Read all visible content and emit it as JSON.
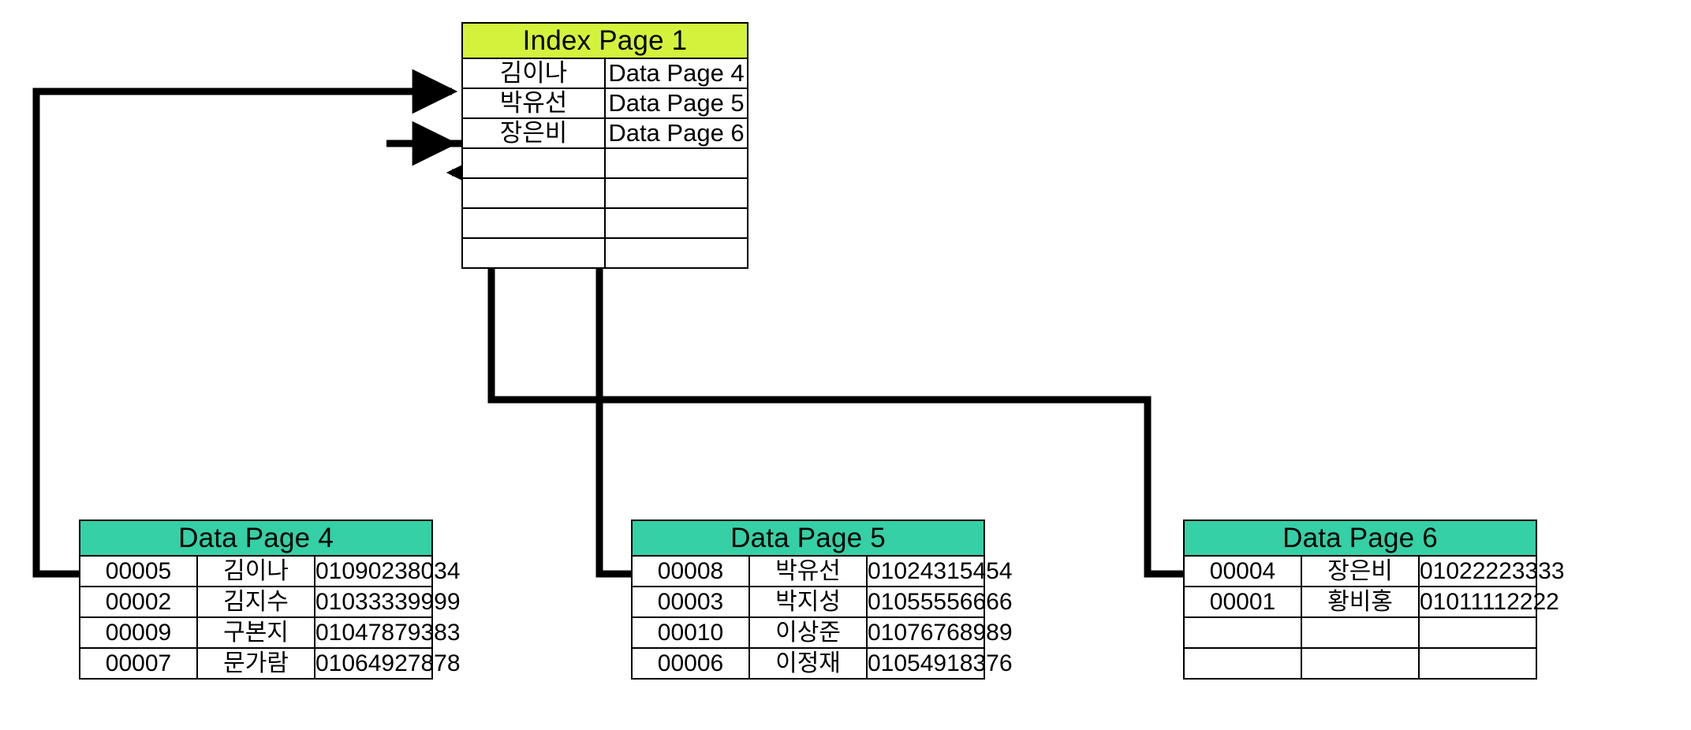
{
  "diagram": {
    "title": "Index Page to Data Page mapping",
    "colors": {
      "index_header_bg": "#D4F23C",
      "data_header_bg": "#35D0A5",
      "border": "#000000",
      "text": "#000000",
      "background": "#FFFFFF",
      "connector": "#000000"
    }
  },
  "index_page": {
    "title": "Index Page 1",
    "rows": [
      {
        "key": "김이나",
        "value": "Data Page 4"
      },
      {
        "key": "박유선",
        "value": "Data Page 5"
      },
      {
        "key": "장은비",
        "value": "Data Page 6"
      },
      {
        "key": "",
        "value": ""
      },
      {
        "key": "",
        "value": ""
      },
      {
        "key": "",
        "value": ""
      },
      {
        "key": "",
        "value": ""
      }
    ]
  },
  "data_pages": [
    {
      "title": "Data Page 4",
      "rows": [
        {
          "id": "00005",
          "name": "김이나",
          "phone": "01090238034"
        },
        {
          "id": "00002",
          "name": "김지수",
          "phone": "01033339999"
        },
        {
          "id": "00009",
          "name": "구본지",
          "phone": "01047879383"
        },
        {
          "id": "00007",
          "name": "문가람",
          "phone": "01064927878"
        }
      ]
    },
    {
      "title": "Data Page 5",
      "rows": [
        {
          "id": "00008",
          "name": "박유선",
          "phone": "01024315454"
        },
        {
          "id": "00003",
          "name": "박지성",
          "phone": "01055556666"
        },
        {
          "id": "00010",
          "name": "이상준",
          "phone": "01076768989"
        },
        {
          "id": "00006",
          "name": "이정재",
          "phone": "01054918376"
        }
      ]
    },
    {
      "title": "Data Page 6",
      "rows": [
        {
          "id": "00004",
          "name": "장은비",
          "phone": "01022223333"
        },
        {
          "id": "00001",
          "name": "황비홍",
          "phone": "01011112222"
        },
        {
          "id": "",
          "name": "",
          "phone": ""
        },
        {
          "id": "",
          "name": "",
          "phone": ""
        }
      ]
    }
  ],
  "connectors": [
    {
      "from": "Data Page 4",
      "to": "김이나 / Data Page 4"
    },
    {
      "from": "Data Page 5",
      "to": "박유선 / Data Page 5"
    },
    {
      "from": "Data Page 6",
      "to": "장은비 / Data Page 6"
    }
  ]
}
